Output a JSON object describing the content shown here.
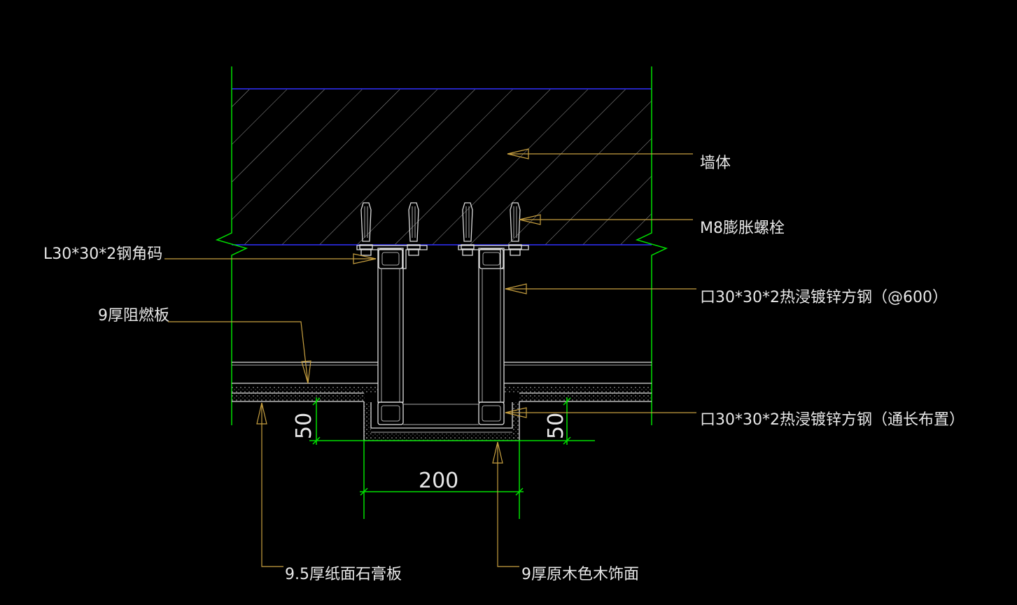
{
  "labels": {
    "wall": "墙体",
    "bolt": "M8膨胀螺栓",
    "angle": "L30*30*2钢角码",
    "tube_600": "口30*30*2热浸镀锌方钢（@600）",
    "fireboard": "9厚阻燃板",
    "tube_long": "口30*30*2热浸镀锌方钢（通长布置）",
    "gypsum": "9.5厚纸面石膏板",
    "wood": "9厚原木色木饰面"
  },
  "dimensions": {
    "width": "200",
    "depth_left": "50",
    "depth_right": "50"
  },
  "colors": {
    "background": "#000000",
    "extension_lines": "#00e000",
    "slab_edges": "#3030ff",
    "leaders": "#c8a040",
    "text": "#e8e8e8"
  }
}
